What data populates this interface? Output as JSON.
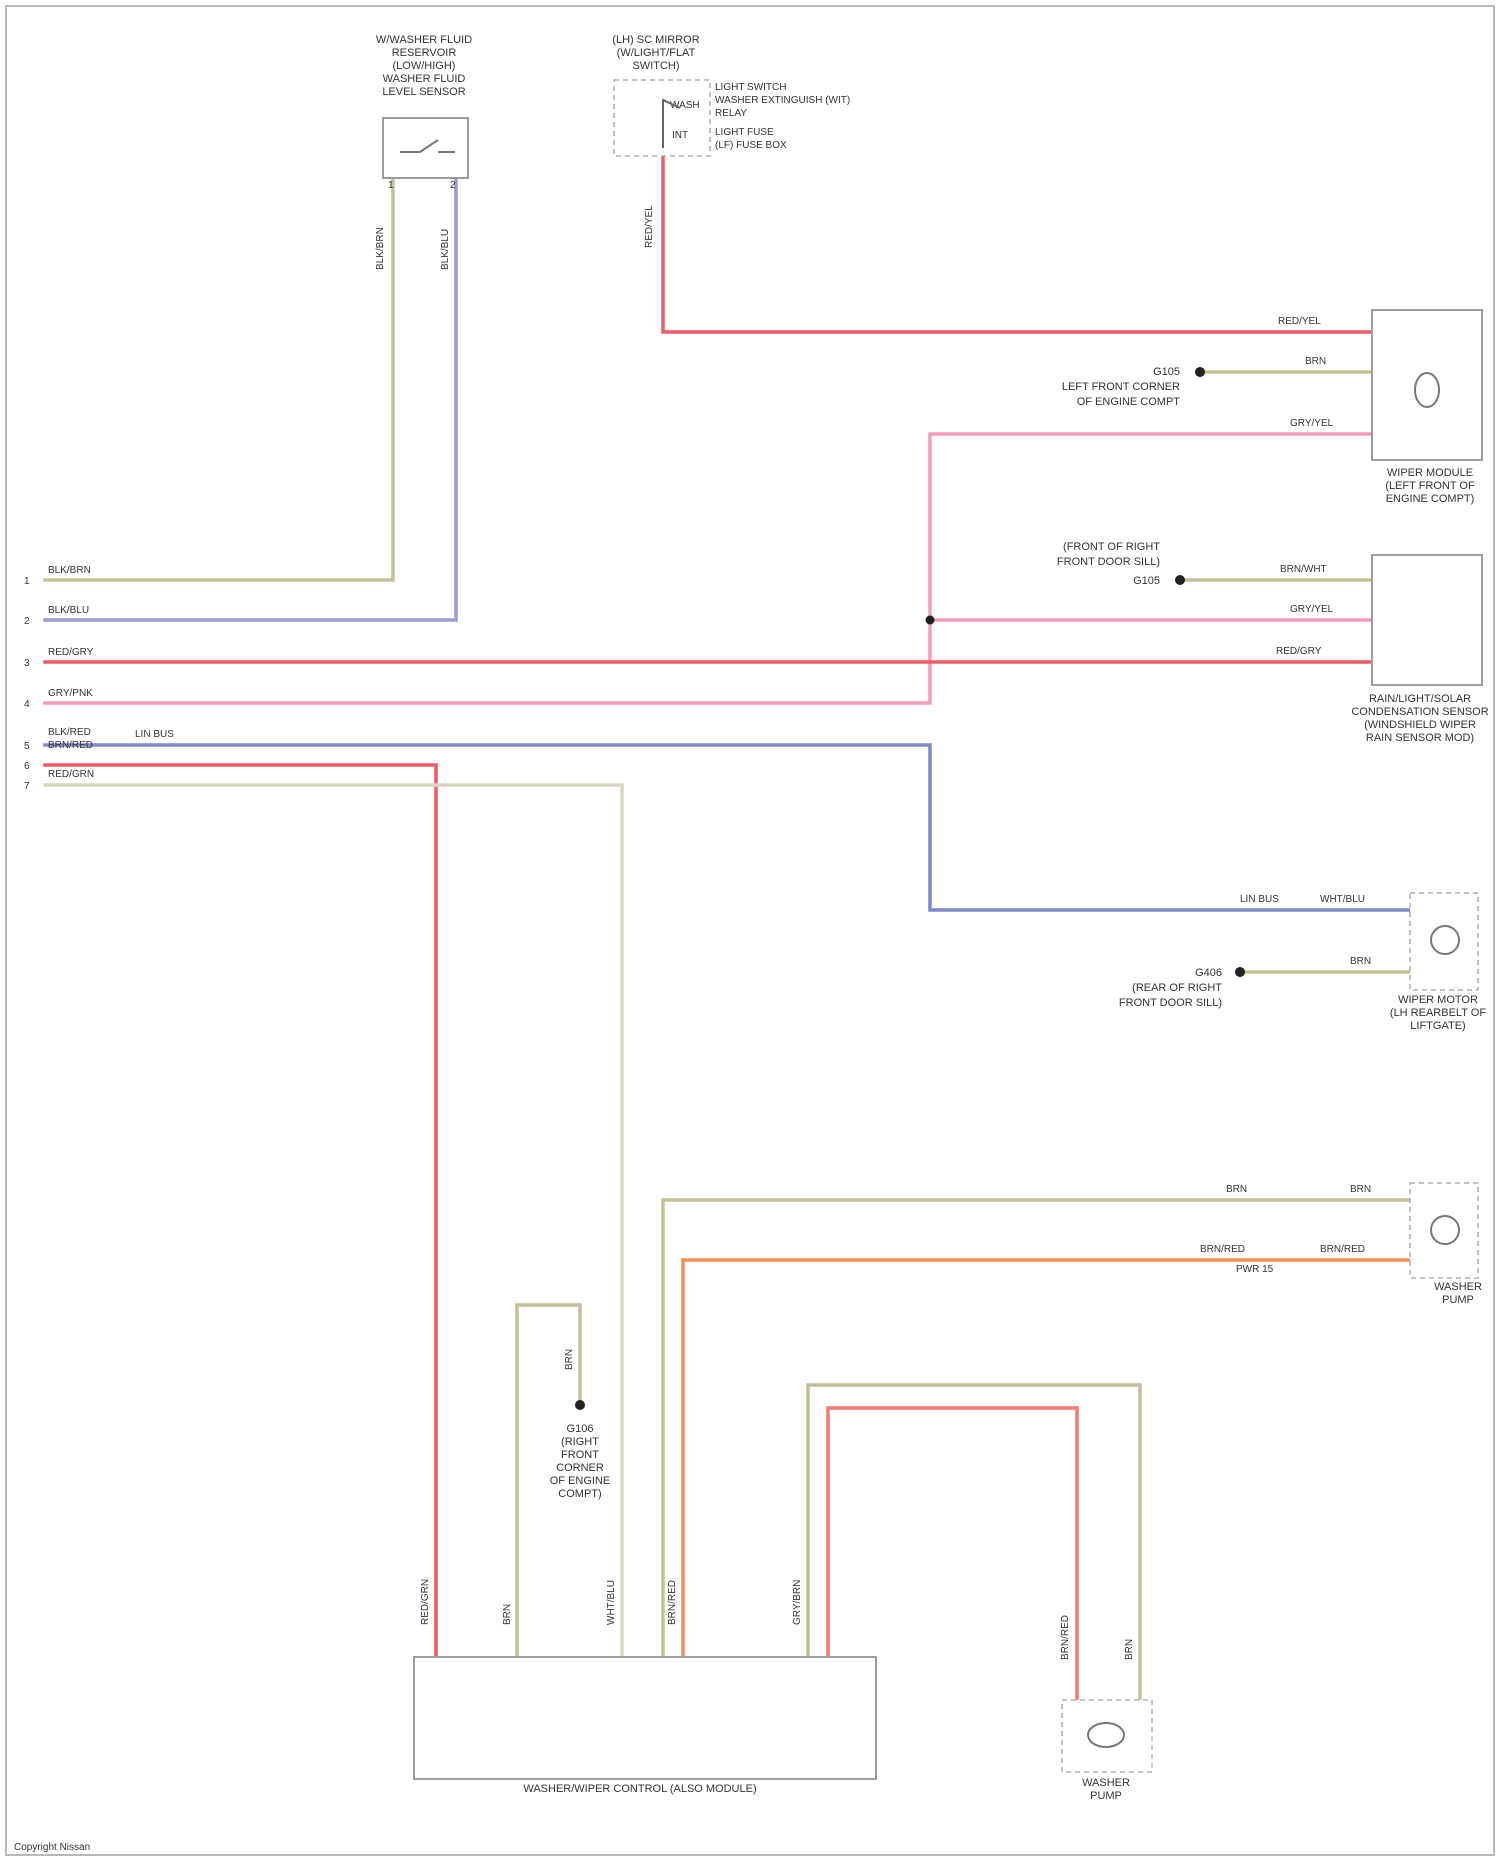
{
  "colors": {
    "tan": "#c4c09a",
    "lavender": "#9a9ad6",
    "red": "#ef5a68",
    "pink": "#f29cb8",
    "blue": "#7f88c8",
    "orange": "#f28d58",
    "cream": "#d8d6c0",
    "salmon": "#f27a72"
  },
  "components": {
    "level_sensor": {
      "label": [
        "W/WASHER FLUID",
        "RESERVOIR",
        "(LOW/HIGH)",
        "WASHER FLUID",
        "LEVEL SENSOR"
      ]
    },
    "switch": {
      "label": [
        "(LH) SC MIRROR",
        "(W/LIGHT/FLAT",
        "SWITCH)"
      ],
      "callouts": [
        "LIGHT SWITCH",
        "WASHER EXTINGUISH (WIT)",
        "RELAY",
        "LIGHT FUSE",
        "(LF) FUSE BOX"
      ],
      "pos_upper": "WASH",
      "pos_lower": "INT"
    },
    "multi_function": {
      "label": [
        "WIPER MODULE",
        "(LEFT FRONT OF",
        "ENGINE COMPT)"
      ]
    },
    "rain_sensor": {
      "label": [
        "RAIN/LIGHT/SOLAR",
        "CONDENSATION SENSOR",
        "(WINDSHIELD WIPER",
        "RAIN SENSOR MOD)"
      ]
    },
    "rear_motor": {
      "label": [
        "WIPER MOTOR",
        "(LH REARBELT OF",
        "LIFTGATE)"
      ]
    },
    "washer_pump": {
      "label": [
        "WASHER",
        "PUMP"
      ]
    },
    "module": {
      "label": "WASHER/WIPER CONTROL (ALSO MODULE)"
    },
    "wiper_motor": {
      "label": [
        "WASHER",
        "PUMP"
      ]
    }
  },
  "grounds": {
    "g1": [
      "G105",
      "LEFT FRONT CORNER",
      "OF ENGINE COMPT"
    ],
    "g2": [
      "(FRONT OF RIGHT",
      "FRONT DOOR SILL)",
      "G105"
    ],
    "g3": [
      "G406",
      "(REAR OF RIGHT",
      "FRONT DOOR SILL)"
    ],
    "g4": [
      "G106",
      "(RIGHT",
      "FRONT",
      "CORNER",
      "OF ENGINE",
      "COMPT)"
    ]
  },
  "wires": {
    "w1": "BLK/BRN",
    "w2": "BLK/BLU",
    "w3": "RED/GRY",
    "w4": "GRY/PNK",
    "w5a": "BLK/RED",
    "w5b": "BRN/RED",
    "w6": "RED/GRN",
    "w7": "LIN BUS",
    "sw_out": "RED/YEL",
    "mf_a": "RED/YEL",
    "mf_b": "BRN",
    "mf_c": "GRY/YEL",
    "rs_a": "BRN/WHT",
    "rs_b": "GRY/YEL",
    "rs_c": "RED/GRY",
    "rm_a": "WHT/BLU",
    "rm_bus": "LIN BUS",
    "rm_b": "BRN",
    "wp_a": "BRN",
    "wp_a2": "BRN",
    "wp_b": "BRN/RED",
    "wp_b2": "BRN/RED",
    "wp_hint": "PWR 15",
    "lsens_l": "BLK/BRN",
    "lsens_r": "BLK/BLU",
    "mod_a": "RED/GRN",
    "mod_b": "BRN",
    "mod_c": "WHT/BLU",
    "mod_d": "BRN/RED",
    "mod_e": "GRY/BRN",
    "gnd_g4": "BRN",
    "wm_a": "BRN/RED",
    "wm_b": "BRN"
  },
  "left_pins": [
    "1",
    "2",
    "3",
    "4",
    "5",
    "6",
    "7"
  ],
  "footer": "Copyright Nissan"
}
